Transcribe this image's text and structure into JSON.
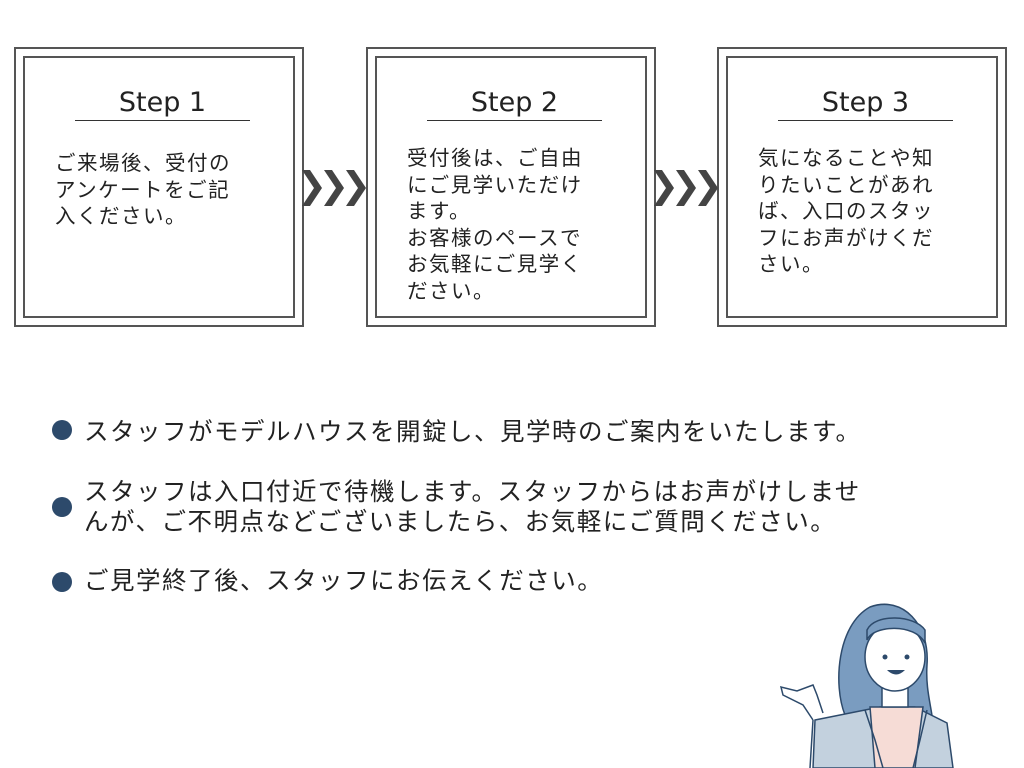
{
  "steps": [
    {
      "title": "Step 1",
      "lines": [
        "ご来場後、受付の",
        "アンケートをご記",
        "入ください。"
      ]
    },
    {
      "title": "Step 2",
      "lines": [
        "受付後は、ご自由",
        "にご見学いただけ",
        "ます。",
        "お客様のペースで",
        "お気軽にご見学く",
        "ださい。"
      ]
    },
    {
      "title": "Step 3",
      "lines": [
        "気になることや知",
        "りたいことがあれ",
        "ば、入口のスタッ",
        "フにお声がけくだ",
        "さい。"
      ]
    }
  ],
  "bullets": [
    {
      "lines": [
        "スタッフがモデルハウスを開錠し、見学時のご案内をいたします。"
      ]
    },
    {
      "lines": [
        "スタッフは入口付近で待機します。スタッフからはお声がけしませ",
        "んが、ご不明点などございましたら、お気軽にご質問ください。"
      ]
    },
    {
      "lines": [
        "ご見学終了後、スタッフにお伝えください。"
      ]
    }
  ],
  "colors": {
    "bullet": "#2d4a6b",
    "hair": "#7a9cc0",
    "jacket": "#c3d1de",
    "border": "#555555"
  }
}
